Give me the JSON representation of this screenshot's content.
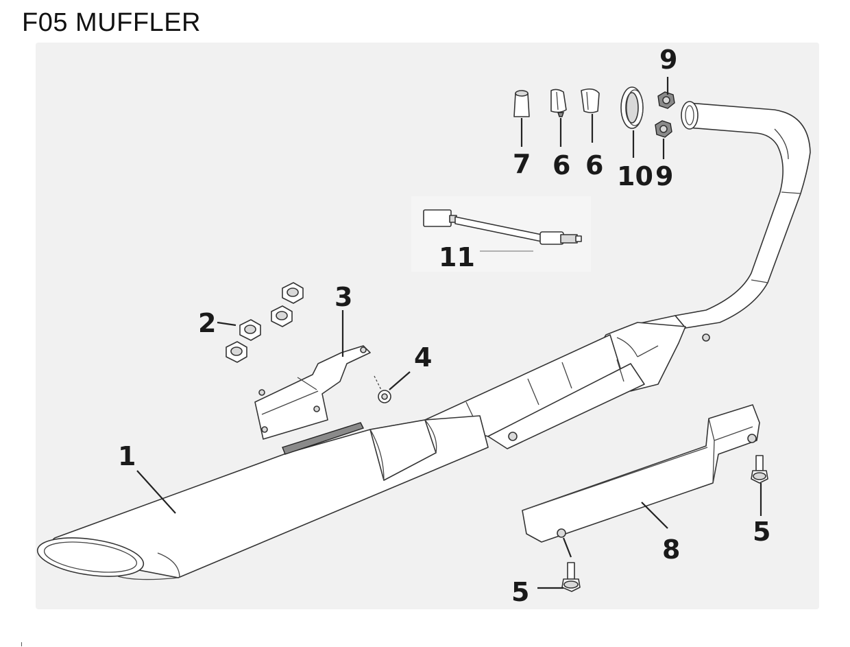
{
  "title": "F05 MUFFLER",
  "callouts": {
    "c1": "1",
    "c2": "2",
    "c3": "3",
    "c4": "4",
    "c5a": "5",
    "c5b": "5",
    "c6a": "6",
    "c6b": "6",
    "c7": "7",
    "c8": "8",
    "c9a": "9",
    "c9b": "9",
    "c10": "10",
    "c11": "11"
  }
}
